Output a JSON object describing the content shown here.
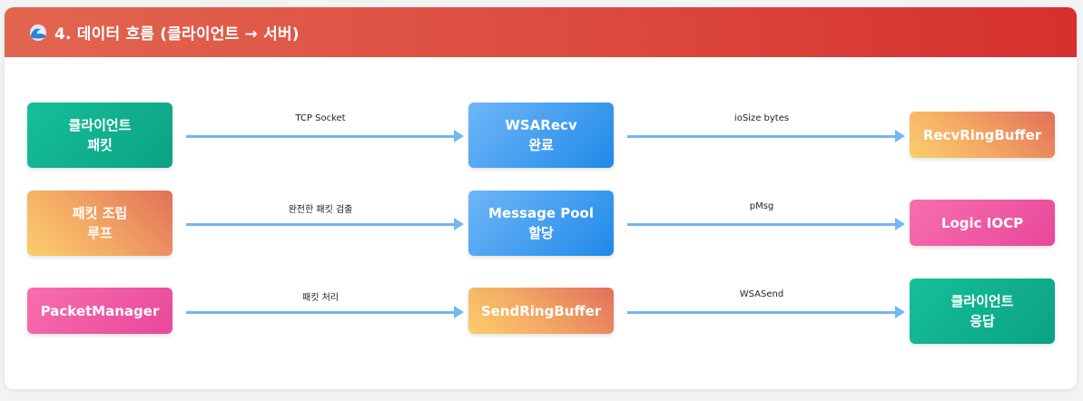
{
  "header": {
    "icon": "wave-icon",
    "title": "4. 데이터 흐름 (클라이언트 → 서버)"
  },
  "colors": {
    "header_start": "#e2664f",
    "header_end": "#d6302e",
    "teal": "#0ba185",
    "blue": "#1f8ae8",
    "orange": "#f3a864",
    "pink": "#e9479a",
    "arrow": "#74b6f0"
  },
  "rows": [
    {
      "nodes": [
        {
          "label": "클라이언트\n패킷",
          "color": "teal"
        },
        {
          "label": "WSARecv\n완료",
          "color": "blue"
        },
        {
          "label": "RecvRingBuffer",
          "color": "orange"
        }
      ],
      "edges": [
        "TCP Socket",
        "ioSize bytes"
      ]
    },
    {
      "nodes": [
        {
          "label": "패킷 조립\n루프",
          "color": "orange"
        },
        {
          "label": "Message Pool\n할당",
          "color": "blue"
        },
        {
          "label": "Logic IOCP",
          "color": "pink"
        }
      ],
      "edges": [
        "완전한 패킷 검출",
        "pMsg"
      ]
    },
    {
      "nodes": [
        {
          "label": "PacketManager",
          "color": "pink"
        },
        {
          "label": "SendRingBuffer",
          "color": "orange"
        },
        {
          "label": "클라이언트\n응답",
          "color": "teal"
        }
      ],
      "edges": [
        "패킷 처리",
        "WSASend"
      ]
    }
  ]
}
